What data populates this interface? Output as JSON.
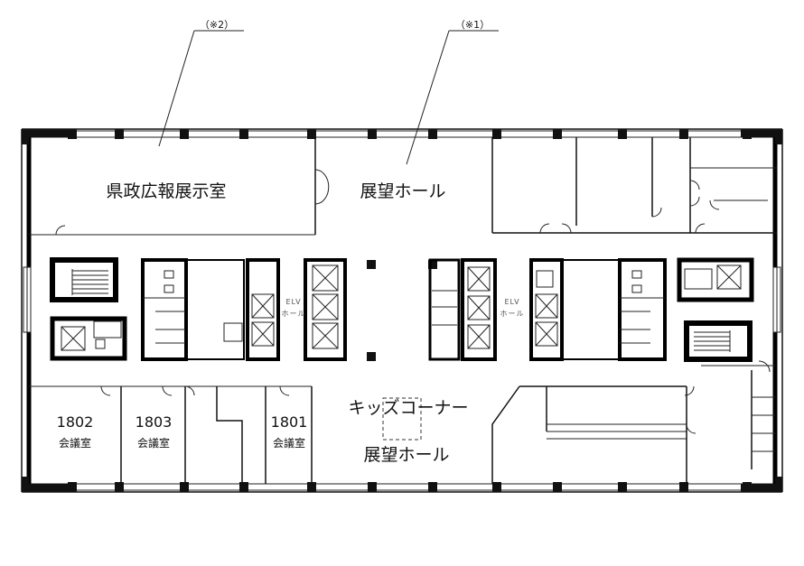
{
  "callouts": {
    "note2": "（※2）",
    "note1": "（※1）"
  },
  "rooms": {
    "exhibit": "県政広報展示室",
    "hall_north": "展望ホール",
    "hall_south": "展望ホール",
    "kids": "キッズコーナー",
    "elv_left_1": "ELV",
    "elv_left_2": "ホール",
    "elv_right_1": "ELV",
    "elv_right_2": "ホール"
  },
  "meeting_rooms": [
    {
      "number": "1802",
      "label": "会議室"
    },
    {
      "number": "1803",
      "label": "会議室"
    },
    {
      "number": "1801",
      "label": "会議室"
    }
  ]
}
